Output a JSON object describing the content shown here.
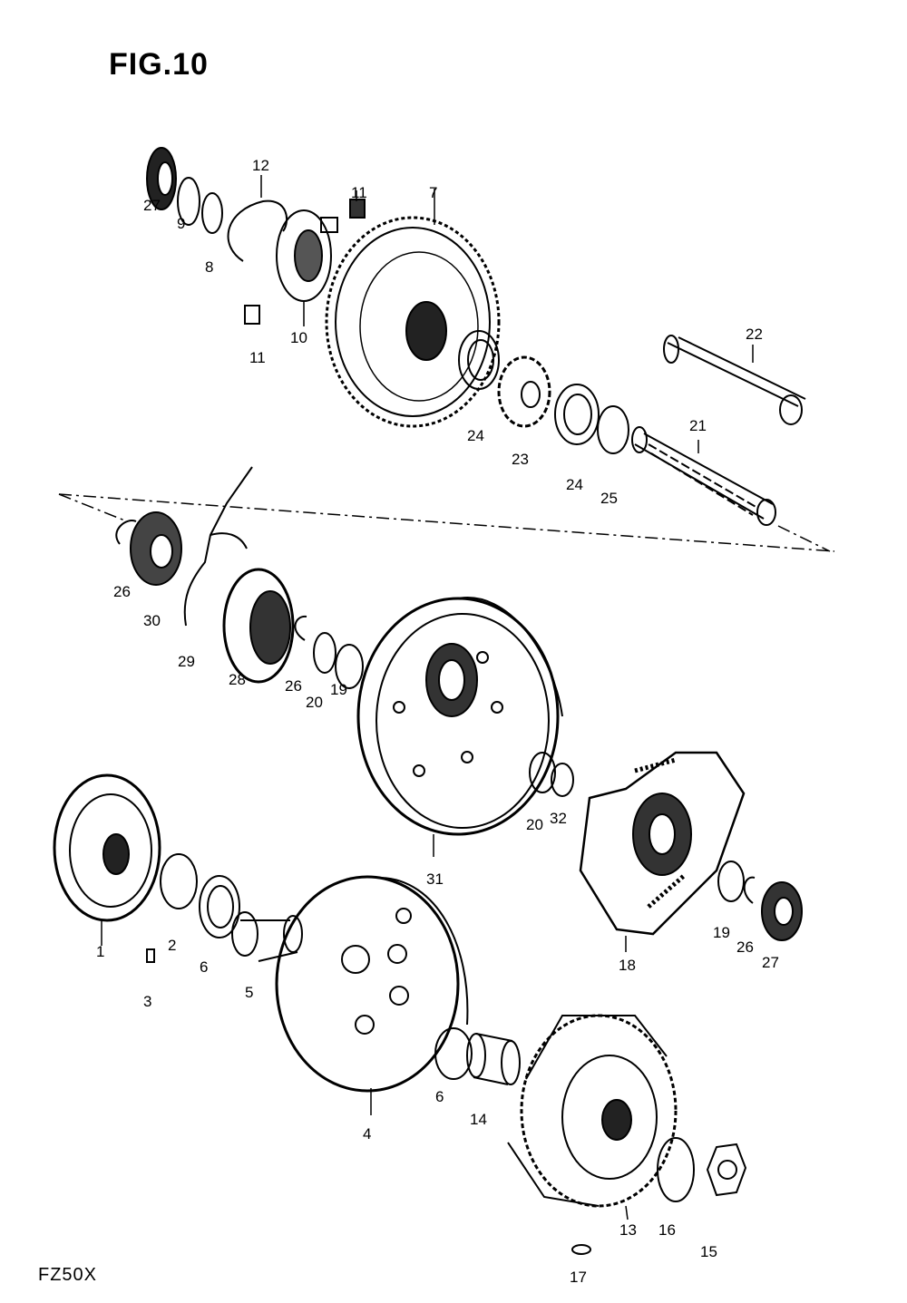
{
  "figure": {
    "title": "FIG.10",
    "model": "FZ50X"
  },
  "callouts": [
    "27",
    "9",
    "8",
    "12",
    "11",
    "10",
    "11",
    "7",
    "22",
    "24",
    "23",
    "24",
    "25",
    "21",
    "26",
    "30",
    "29",
    "28",
    "26",
    "20",
    "19",
    "31",
    "20",
    "32",
    "18",
    "19",
    "26",
    "27",
    "1",
    "2",
    "6",
    "3",
    "5",
    "4",
    "6",
    "14",
    "13",
    "16",
    "15",
    "17"
  ]
}
